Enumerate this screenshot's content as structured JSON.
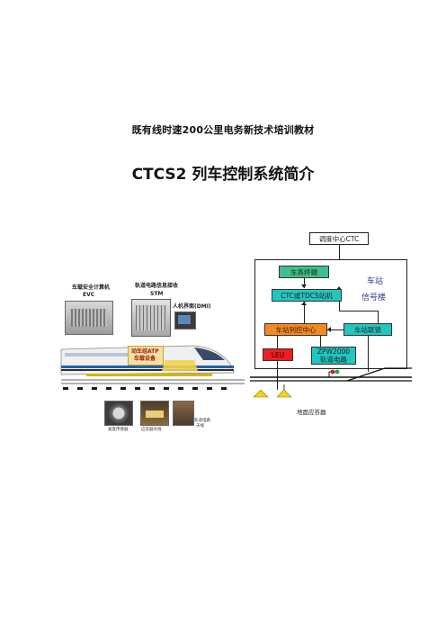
{
  "document": {
    "header": "既有线时速200公里电务新技术培训教材",
    "title": "CTCS2 列车控制系统简介"
  },
  "onboard_figure": {
    "evc_label_line1": "车载安全计算机",
    "evc_label_line2": "EVC",
    "stm_label_line1": "轨道电路信息接收",
    "stm_label_line2": "STM",
    "dmi_label": "人机界面(DMI)",
    "atp_label_line1": "动车组ATP",
    "atp_label_line2": "车载设备",
    "photo_caption_1": "速度传感器",
    "photo_caption_2": "应答器天线",
    "photo_caption_3_line1": "轨道电路",
    "photo_caption_3_line2": "天线"
  },
  "system_diagram": {
    "ctc_center": "调度中心CTC",
    "service_terminal": "车务终端",
    "ctc_station": "CTC或TDCS站机",
    "station_building_line1": "车站",
    "station_building_line2": "信号楼",
    "train_control_center": "车站列控中心",
    "interlocking": "车站联锁",
    "leu": "LEU",
    "track_circuit_line1": "ZPW2000",
    "track_circuit_line2": "轨道电路",
    "ground_balise": "地面应答器"
  },
  "colors": {
    "green_box": "#3ec08a",
    "cyan_box": "#22c5c0",
    "orange_box": "#f28a22",
    "red_box": "#ee1e1e",
    "balise_yellow": "#f2d21a",
    "station_text": "#2c3a8a"
  }
}
